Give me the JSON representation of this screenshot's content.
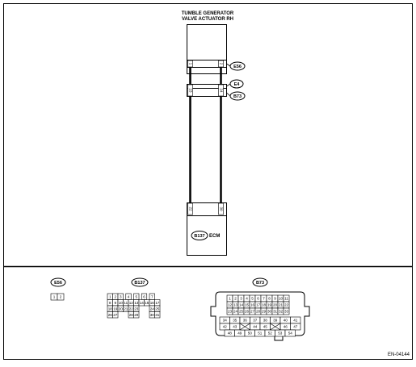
{
  "title_line1": "TUMBLE GENERATOR",
  "title_line2": "VALVE ACTUATOR RH",
  "ecm_label": "ECM",
  "connectors": {
    "e56": "E56",
    "e4": "E4",
    "b73": "B73",
    "b137": "B137"
  },
  "pins": {
    "e56_left": "1",
    "e56_right": "2",
    "e4_left": "23",
    "e4_right": "24",
    "b137_left": "22",
    "b137_right": "30"
  },
  "e56_face": {
    "cells": [
      "1",
      "2"
    ]
  },
  "b137_face": {
    "rows": [
      [
        "1",
        "2",
        "3",
        "4",
        "5",
        "6",
        "7"
      ],
      [
        "8",
        "9",
        "10",
        "11",
        "12",
        "13",
        "14",
        "15",
        "16",
        "17"
      ],
      [
        "18",
        "19",
        "20",
        "21",
        "22",
        "23",
        "24",
        "25"
      ],
      [
        "26",
        "27",
        "28",
        "29",
        "30",
        "31"
      ]
    ]
  },
  "b73_face": {
    "rows": [
      [
        "1",
        "2",
        "3",
        "4",
        "5",
        "6",
        "7",
        "8",
        "9",
        "10",
        "11"
      ],
      [
        "12",
        "13",
        "14",
        "15",
        "16",
        "17",
        "18",
        "19",
        "20",
        "21",
        "22"
      ],
      [
        "23",
        "24",
        "25",
        "26",
        "27",
        "28",
        "29",
        "30",
        "31",
        "32",
        "33"
      ],
      [
        "34",
        "35",
        "36",
        "37",
        "38",
        "39",
        "40",
        "41"
      ],
      [
        "42",
        "43",
        "44",
        "45",
        "46",
        "47"
      ],
      [
        "48",
        "49",
        "50",
        "51",
        "52",
        "53",
        "54"
      ]
    ]
  },
  "figure_id": "EN-04144"
}
